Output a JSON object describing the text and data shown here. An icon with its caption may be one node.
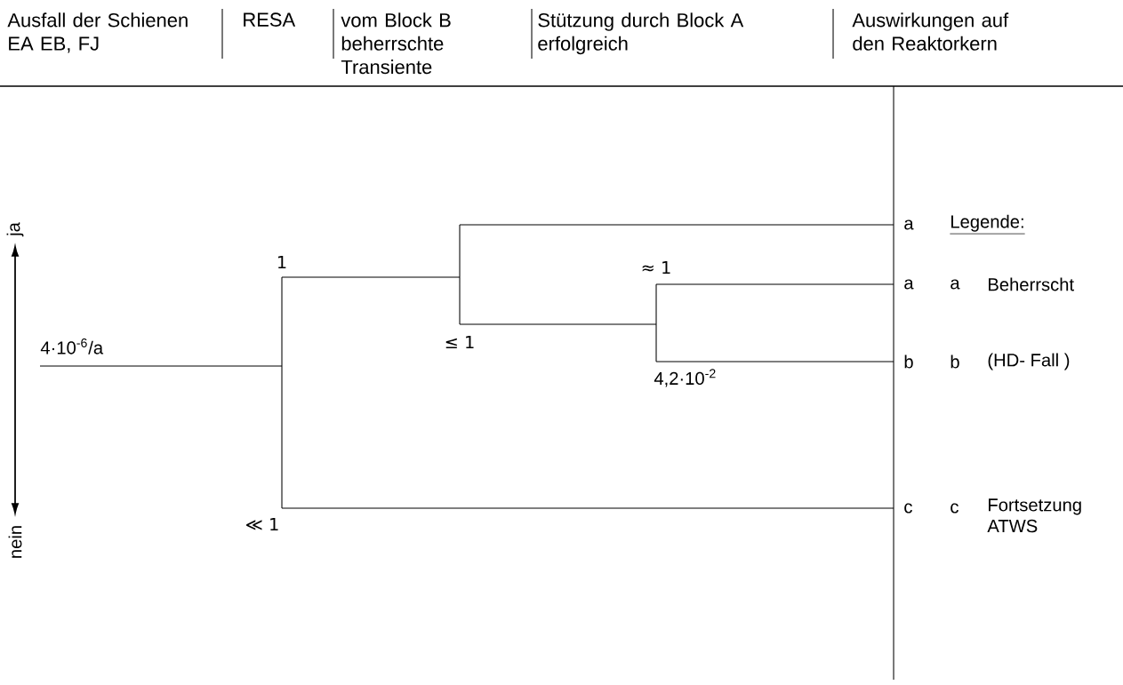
{
  "diagram": {
    "labels": [
      "Ausfall der Schienen EA EB, FJ",
      "RESA",
      "vom Block B beherrschte Transiente",
      "Stützung durch Block A erfolgreich",
      "Auswirkungen auf den Reaktorkern",
      "ja",
      "a",
      "Legende:",
      "1",
      "≈ 1",
      "a",
      "a",
      "Beherrscht",
      "4·10$^{-6}$/a",
      "≤ 1",
      "b",
      "b",
      "(HD- Fall )",
      "4,2·10$^{-2}$",
      "c",
      "c",
      "Fortsetzung ATWS",
      "≪ 1",
      "nein"
    ]
  }
}
